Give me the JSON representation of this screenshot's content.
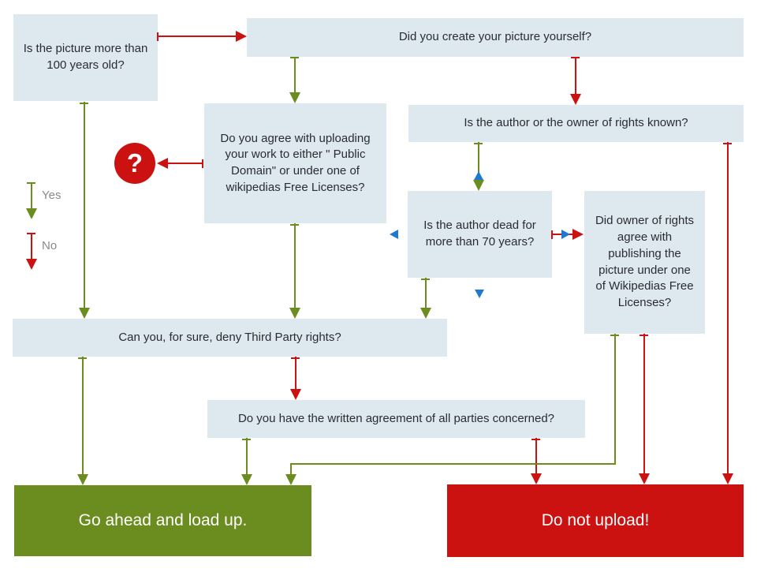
{
  "colors": {
    "yes": "#6b8c1f",
    "no": "#cc1111",
    "blue": "#1e7ad0",
    "nodefill": "#dde9ef",
    "nodetext": "#2b2b33",
    "legendtext": "#8a8a8a"
  },
  "nodes": {
    "q_old": {
      "label": "Is the picture more than 100 years old?"
    },
    "q_create": {
      "label": "Did you create your picture yourself?"
    },
    "q_author_known": {
      "label": "Is the author or  the owner of rights known?"
    },
    "q_agree": {
      "label": "Do you agree with uploading your work to either \" Public Domain\" or under one of wikipedias Free Licenses?"
    },
    "q_dead": {
      "label": "Is the author dead for more than 70 years?"
    },
    "q_owner_agree": {
      "label": "Did owner of rights agree with publishing the picture under one of Wikipedias Free Licenses?"
    },
    "q_third_party": {
      "label": "Can you, for sure, deny Third Party rights?"
    },
    "q_written": {
      "label": "Do you have the written agreement of all parties concerned?"
    },
    "go_ahead": {
      "label": "Go ahead and load up."
    },
    "do_not": {
      "label": "Do not upload!"
    }
  },
  "question_circle": {
    "label": "?"
  },
  "legend": {
    "yes": "Yes",
    "no": "No"
  }
}
